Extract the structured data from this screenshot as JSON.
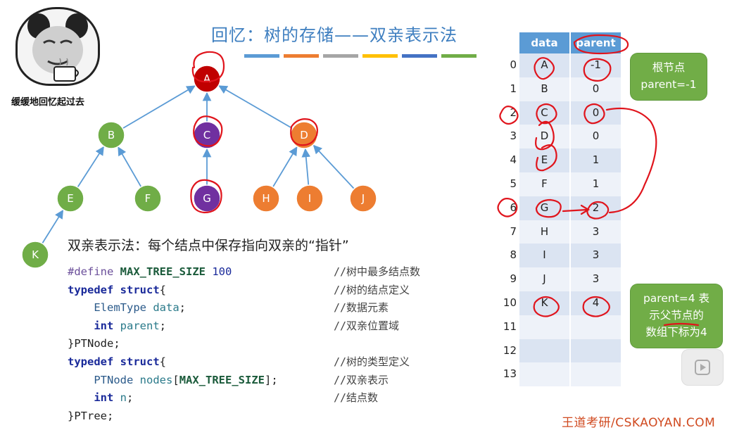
{
  "meme": {
    "caption": "缓缓地回忆起过去"
  },
  "title": "回忆：树的存储——双亲表示法",
  "title_bar_colors": [
    "#5b9bd5",
    "#ed7d31",
    "#a5a5a5",
    "#ffc000",
    "#4472c4",
    "#70ad47"
  ],
  "tree": {
    "nodes": [
      {
        "label": "A",
        "color": "#c00000"
      },
      {
        "label": "B",
        "color": "#70ad47"
      },
      {
        "label": "C",
        "color": "#7030a0"
      },
      {
        "label": "D",
        "color": "#ed7d31"
      },
      {
        "label": "E",
        "color": "#70ad47"
      },
      {
        "label": "F",
        "color": "#70ad47"
      },
      {
        "label": "G",
        "color": "#7030a0"
      },
      {
        "label": "H",
        "color": "#ed7d31"
      },
      {
        "label": "I",
        "color": "#ed7d31"
      },
      {
        "label": "J",
        "color": "#ed7d31"
      },
      {
        "label": "K",
        "color": "#70ad47"
      }
    ],
    "edge_color": "#5b9bd5"
  },
  "description": "双亲表示法：每个结点中保存指向双亲的“指针”",
  "code": {
    "l1": {
      "kw": "#define",
      "macro": "MAX_TREE_SIZE",
      "num": "100",
      "comment": "//树中最多结点数"
    },
    "l2": {
      "kw": "typedef",
      "kw2": "struct",
      "brace": "{",
      "comment": "//树的结点定义"
    },
    "l3": {
      "type": "ElemType",
      "var": "data",
      "semi": ";",
      "comment": "//数据元素"
    },
    "l4": {
      "type": "int",
      "var": "parent",
      "semi": ";",
      "comment": "//双亲位置域"
    },
    "l5": {
      "text": "}PTNode;"
    },
    "l6": {
      "kw": "typedef",
      "kw2": "struct",
      "brace": "{",
      "comment": "//树的类型定义"
    },
    "l7": {
      "type": "PTNode",
      "var": "nodes",
      "open": "[",
      "macro": "MAX_TREE_SIZE",
      "close": "];",
      "comment": "//双亲表示"
    },
    "l8": {
      "type": "int",
      "var": "n",
      "semi": ";",
      "comment": "//结点数"
    },
    "l9": {
      "text": "}PTree;"
    }
  },
  "table": {
    "headers": {
      "data": "data",
      "parent": "parent"
    },
    "indices": [
      "0",
      "1",
      "2",
      "3",
      "4",
      "5",
      "6",
      "7",
      "8",
      "9",
      "10",
      "11",
      "12",
      "13"
    ],
    "rows": [
      {
        "data": "A",
        "parent": "-1"
      },
      {
        "data": "B",
        "parent": "0"
      },
      {
        "data": "C",
        "parent": "0"
      },
      {
        "data": "D",
        "parent": "0"
      },
      {
        "data": "E",
        "parent": "1"
      },
      {
        "data": "F",
        "parent": "1"
      },
      {
        "data": "G",
        "parent": "2"
      },
      {
        "data": "H",
        "parent": "3"
      },
      {
        "data": "I",
        "parent": "3"
      },
      {
        "data": "J",
        "parent": "3"
      },
      {
        "data": "K",
        "parent": "4"
      },
      {
        "data": "",
        "parent": ""
      },
      {
        "data": "",
        "parent": ""
      },
      {
        "data": "",
        "parent": ""
      }
    ],
    "header_color": "#5b9bd5"
  },
  "callouts": {
    "root": {
      "line1": "根节点",
      "line2": "parent=-1"
    },
    "parent": {
      "line1": "parent=4 表",
      "line2": "示父节点的",
      "line3": "数组下标为4"
    },
    "color": "#71ad47"
  },
  "watermark": "王道考研/CSKAOYAN.COM",
  "play_icon": "play-icon",
  "ink_color": "#e0141c"
}
